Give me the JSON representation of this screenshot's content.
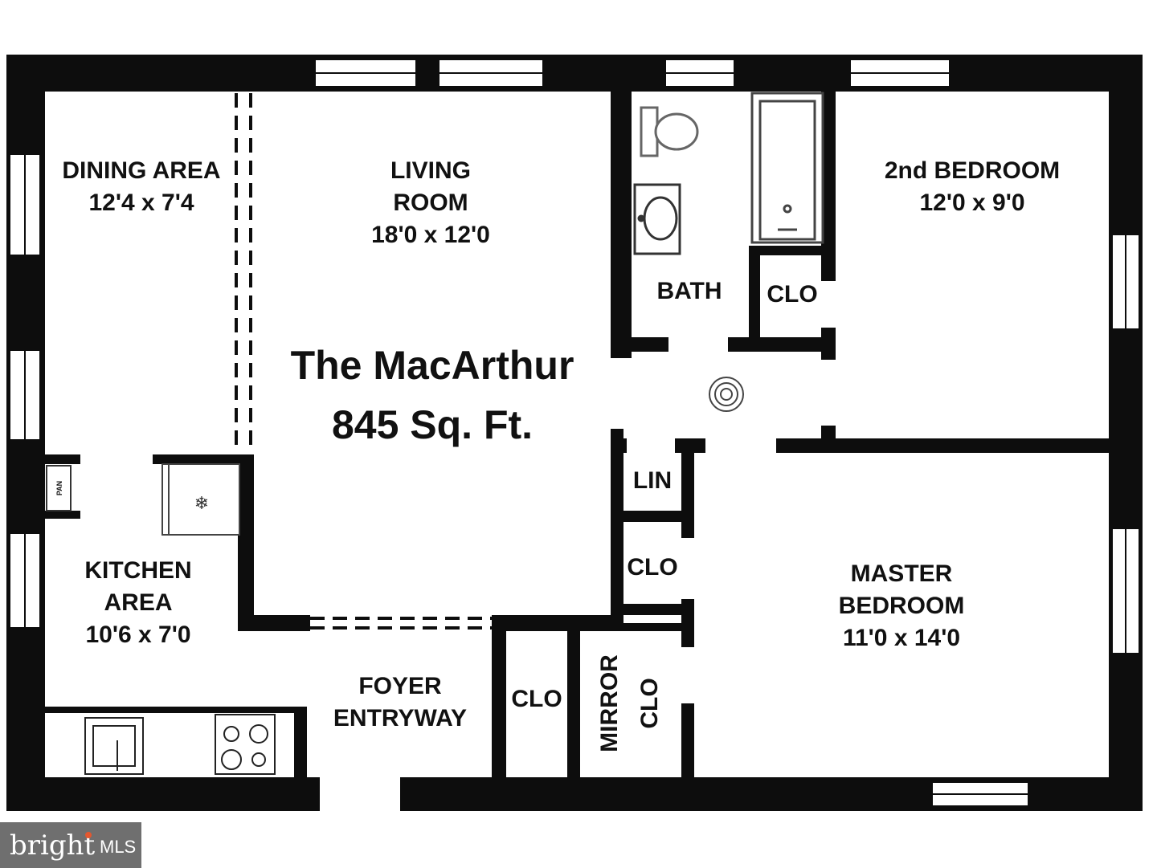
{
  "plan": {
    "title": "The MacArthur",
    "area": "845 Sq. Ft."
  },
  "rooms": {
    "dining": {
      "name": "DINING AREA",
      "size": "12'4 x 7'4"
    },
    "living": {
      "name_line1": "LIVING",
      "name_line2": "ROOM",
      "size": "18'0 x 12'0"
    },
    "bedroom2": {
      "name": "2nd BEDROOM",
      "size": "12'0 x 9'0"
    },
    "bath": {
      "name": "BATH"
    },
    "clo_bath": {
      "name": "CLO"
    },
    "linen": {
      "name": "LIN"
    },
    "clo_hall": {
      "name": "CLO"
    },
    "kitchen": {
      "name_line1": "KITCHEN",
      "name_line2": "AREA",
      "size": "10'6 x 7'0"
    },
    "master": {
      "name_line1": "MASTER",
      "name_line2": "BEDROOM",
      "size": "11'0 x 14'0"
    },
    "foyer": {
      "name_line1": "FOYER",
      "name_line2": "ENTRYWAY"
    },
    "clo_foyer": {
      "name": "CLO"
    },
    "mirror_clo": {
      "name_line1": "MIRROR",
      "name_line2": "CLO"
    }
  },
  "fixtures": {
    "pan_label": "PAN",
    "freezer_icon": "snowflake-icon",
    "smoke_detector_icon": "smoke-detector-icon"
  },
  "watermark": {
    "brand": "bright",
    "suffix": "MLS"
  },
  "colors": {
    "wall": "#0d0d0d",
    "background": "#ffffff",
    "watermark_bg": "#6f6f6f"
  }
}
